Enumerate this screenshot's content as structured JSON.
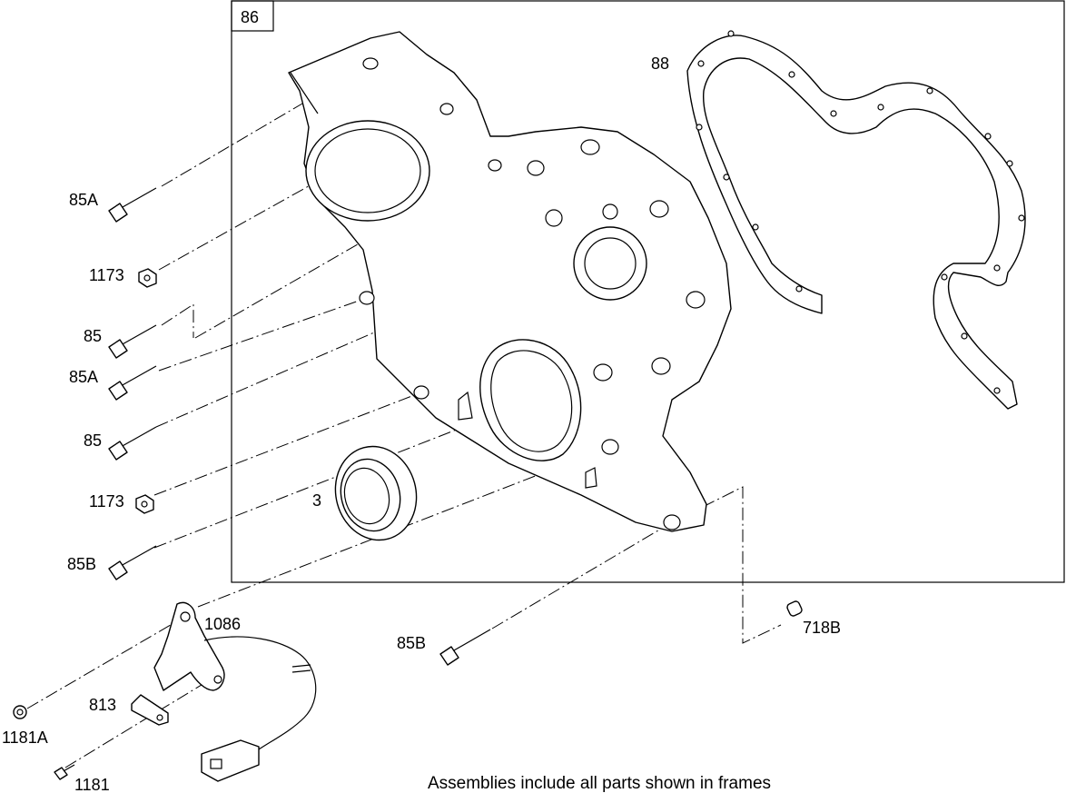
{
  "frame": {
    "label": "86"
  },
  "callouts": {
    "c88": "88",
    "c85A_1": "85A",
    "c1173_1": "1173",
    "c85_1": "85",
    "c85A_2": "85A",
    "c85_2": "85",
    "c1173_2": "1173",
    "c3": "3",
    "c85B_1": "85B",
    "c1086": "1086",
    "c85B_2": "85B",
    "c718B": "718B",
    "c813": "813",
    "c1181A": "1181A",
    "c1181": "1181"
  },
  "footer": {
    "note": "Assemblies include all parts shown in frames"
  }
}
